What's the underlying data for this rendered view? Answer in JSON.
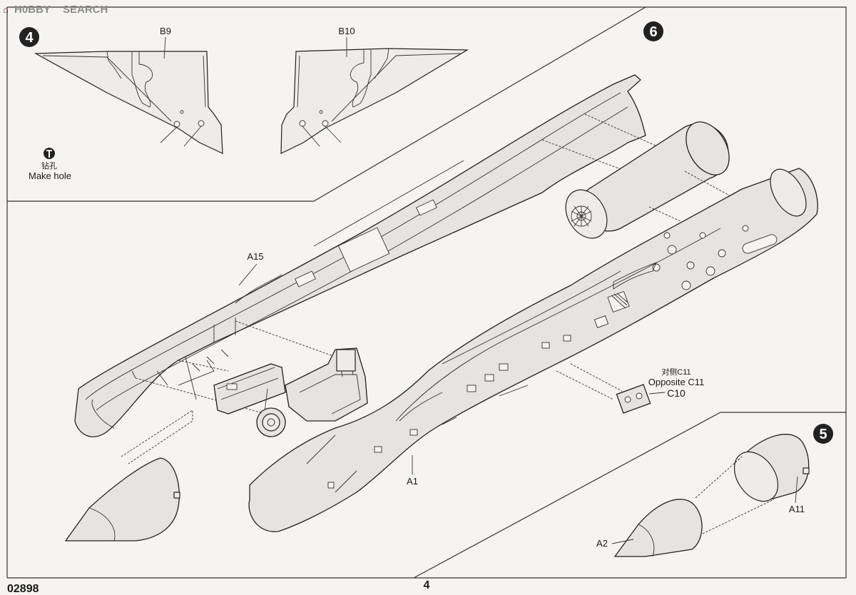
{
  "watermark": {
    "logo": "H0BBY",
    "text": "SEARCH"
  },
  "steps": {
    "step4": {
      "number": "4",
      "parts": {
        "left": "B9",
        "right": "B10"
      },
      "note_icon": "drill-icon",
      "note_cn": "钻孔",
      "note_en": "Make hole"
    },
    "step5": {
      "number": "5",
      "parts": {
        "nose": "A2",
        "ring": "A11"
      }
    },
    "step6": {
      "number": "6",
      "parts": {
        "upper": "A15",
        "fuselage": "A1",
        "panel": "C10"
      },
      "opposite_cn": "对侧C11",
      "opposite_en": "Opposite C11"
    }
  },
  "footer": {
    "kit_number": "02898",
    "page_number": "4"
  },
  "colors": {
    "line": "#222222",
    "part_fill": "#e6e4e0",
    "badge": "#222222",
    "paper": "#f5f4f2"
  }
}
